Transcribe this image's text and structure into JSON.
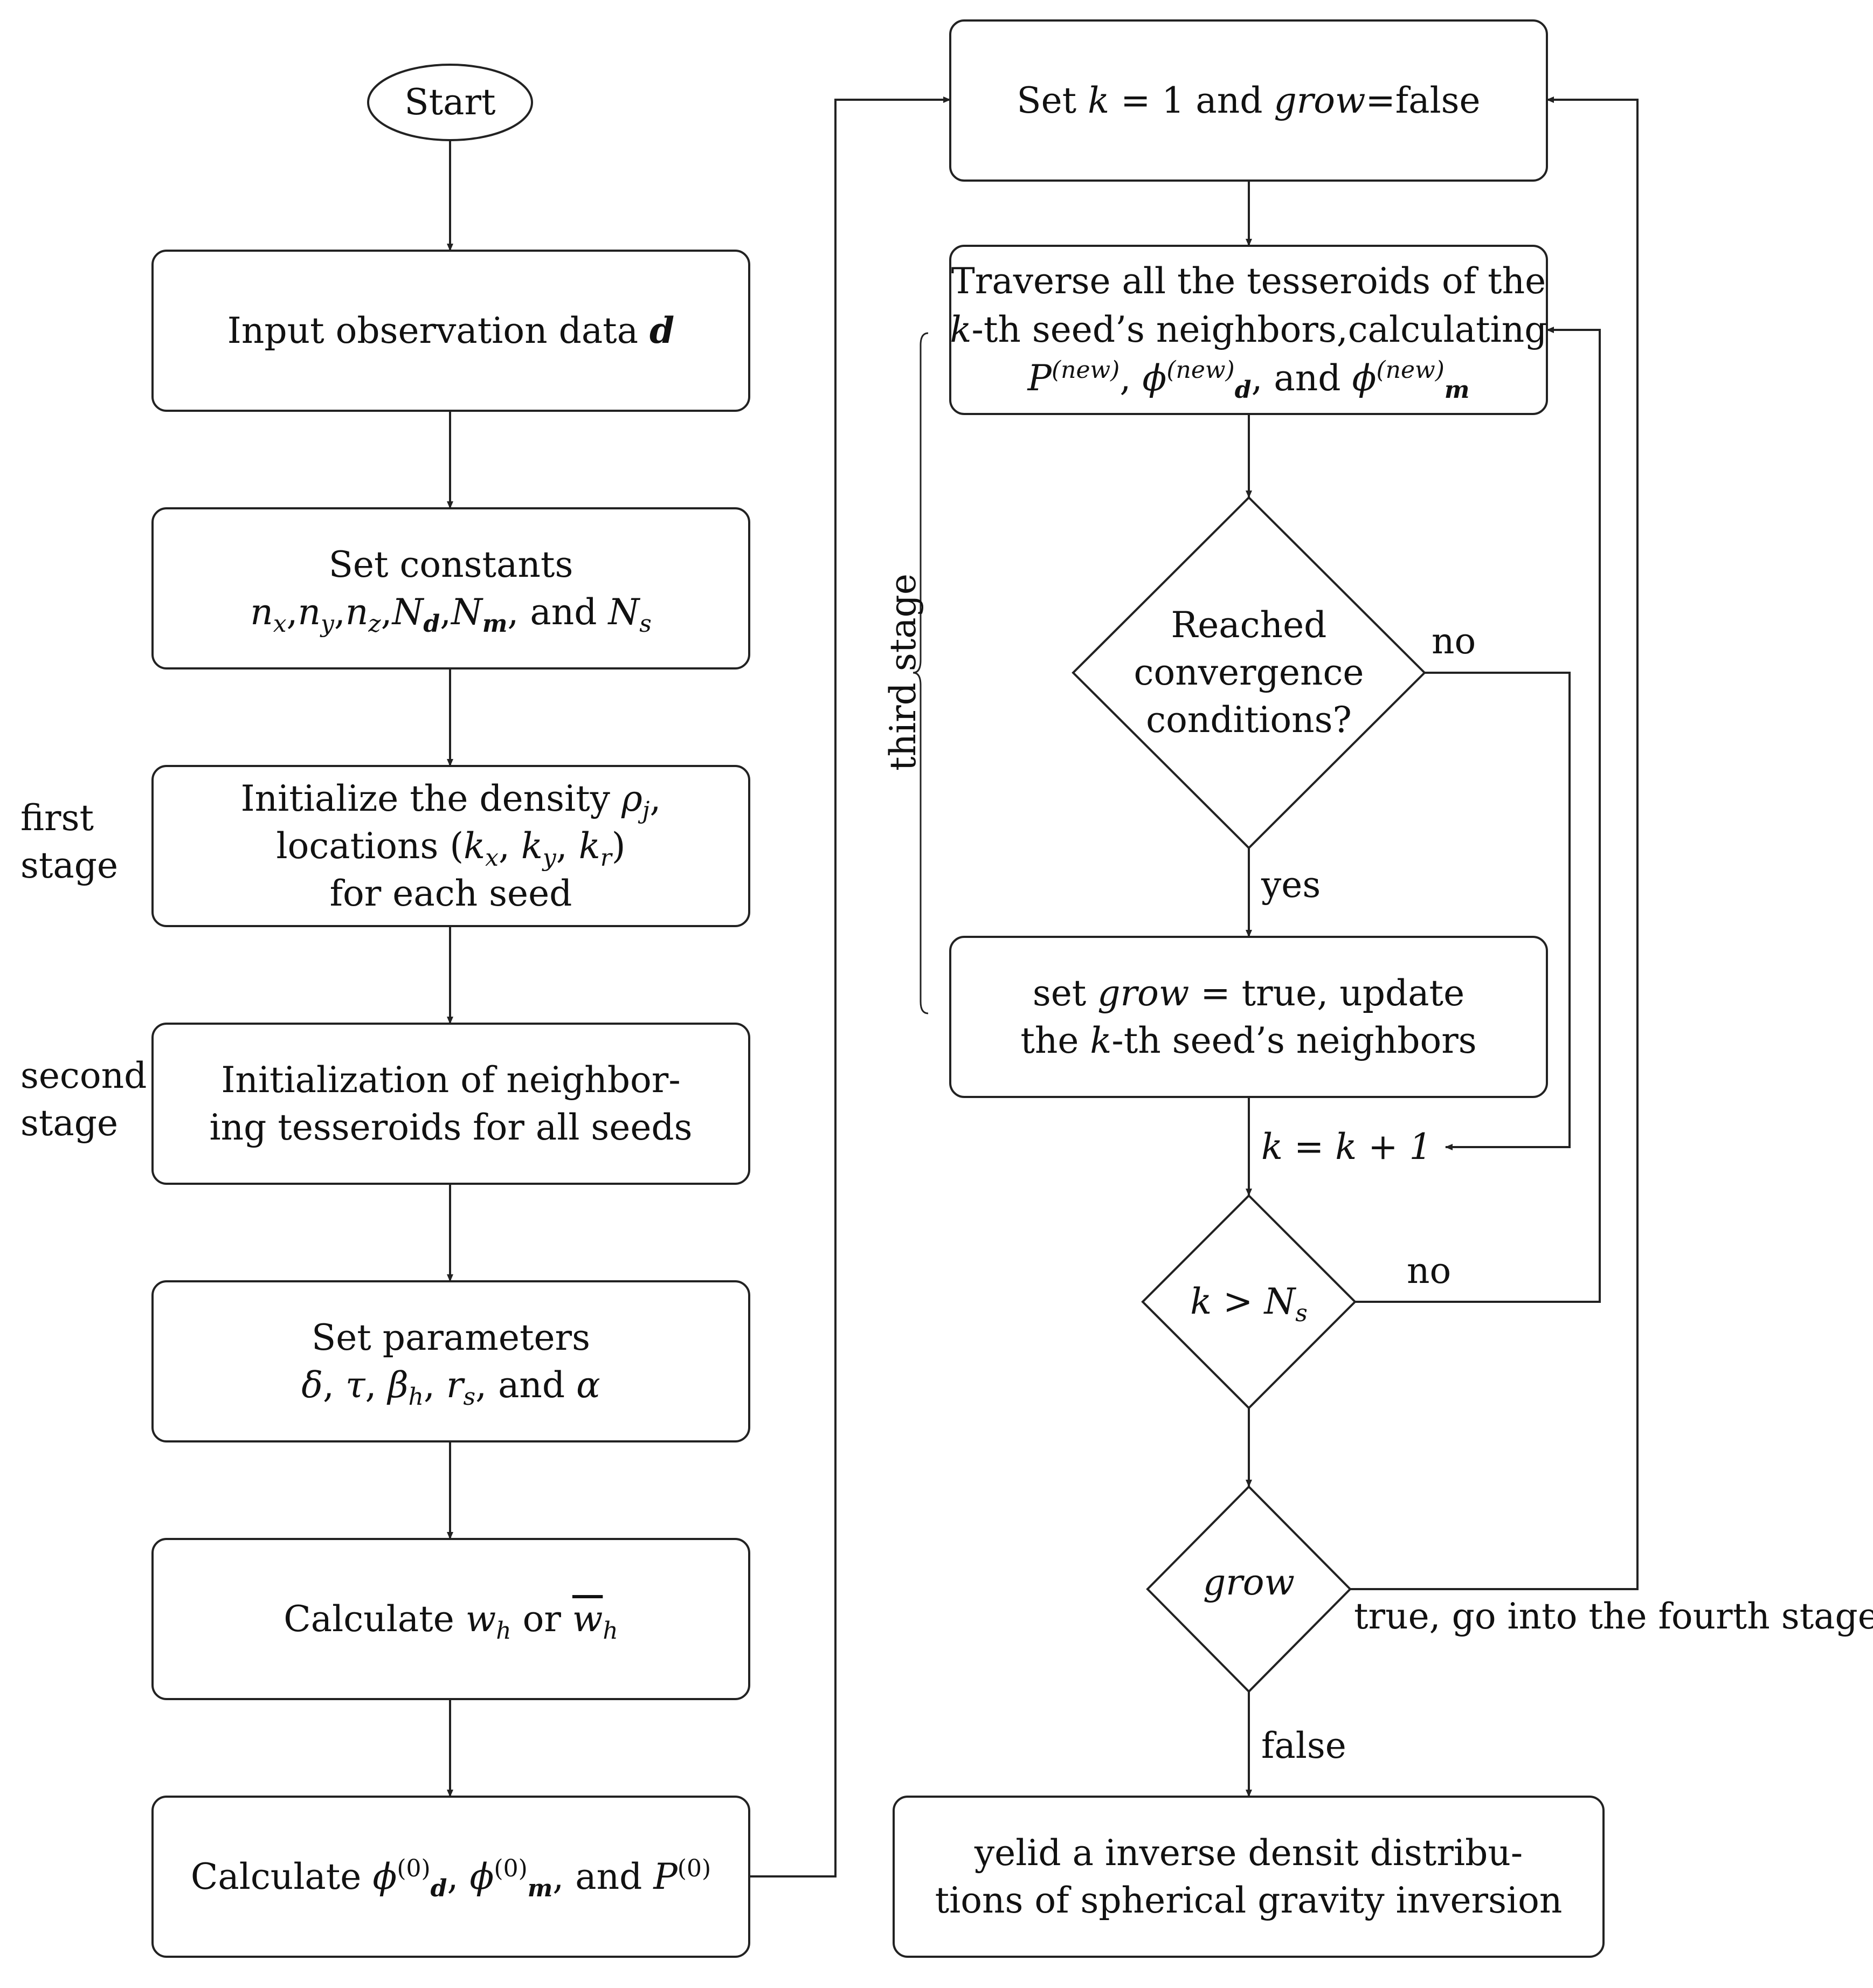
{
  "nodes": {
    "start": "Start",
    "input": "Input observation data",
    "input_symbol": "d",
    "constants_title": "Set constants",
    "constants_and": "and",
    "init_density_l1": "Initialize the density",
    "init_density_l2": "locations",
    "init_density_l3": "for each seed",
    "init_neighbor_l1": "Initialization of neighbor-",
    "init_neighbor_l2": "ing tesseroids for all seeds",
    "params_title": "Set parameters",
    "params_and": "and",
    "calc_w": "Calculate",
    "calc_w_or": "or",
    "calc_phi": "Calculate",
    "calc_phi_and": "and",
    "set_k_l1": "Set",
    "set_k_eq": "= 1 and",
    "set_k_grow": "grow",
    "set_k_false": "=false",
    "traverse_l1": "Traverse all the tesseroids of the",
    "traverse_l2": "-th seed’s neighbors,calculating",
    "traverse_and": "and",
    "converge_l1": "Reached",
    "converge_l2": "convergence",
    "converge_l3": "conditions?",
    "set_grow_l1a": "set",
    "set_grow_l1b": "grow",
    "set_grow_l1c": "= true, update",
    "set_grow_l2a": "the",
    "set_grow_l2b": "-th seed’s neighbors",
    "k_inc": "k = k + 1",
    "k_gt": "k > N",
    "grow_diamond": "grow",
    "yield_l1": "yelid a inverse densit distribu-",
    "yield_l2": "tions of spherical gravity inversion"
  },
  "labels": {
    "first_stage_l1": "first",
    "first_stage_l2": "stage",
    "second_stage_l1": "second",
    "second_stage_l2": "stage",
    "third_stage": "third stage",
    "no_1": "no",
    "yes": "yes",
    "no_2": "no",
    "true_fourth": "true, go into the fourth stage",
    "false": "false"
  },
  "colors": {
    "stroke": "#222222",
    "text": "#111111",
    "background": "#ffffff"
  }
}
